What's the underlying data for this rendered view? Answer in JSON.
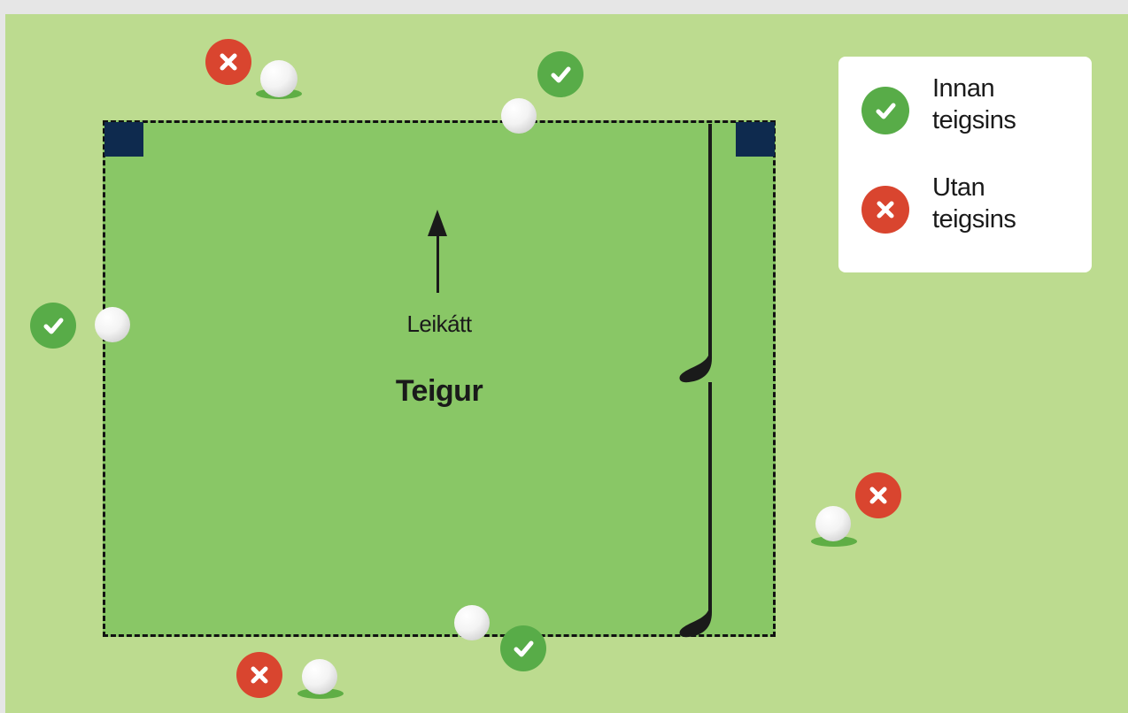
{
  "diagram": {
    "area_label": "Teigur",
    "direction_label": "Leikátt"
  },
  "legend": {
    "inside_label_line1": "Innan",
    "inside_label_line2": "teigsins",
    "outside_label_line1": "Utan",
    "outside_label_line2": "teigsins"
  },
  "colors": {
    "background_grass": "#bcdb8f",
    "teeing_area": "#89c766",
    "tee_marker": "#0e2a4e",
    "inside_badge": "#58ac48",
    "outside_badge": "#d9452f"
  },
  "icons": {
    "inside": "check-icon",
    "outside": "cross-icon",
    "ball": "golf-ball",
    "club": "golf-club"
  }
}
